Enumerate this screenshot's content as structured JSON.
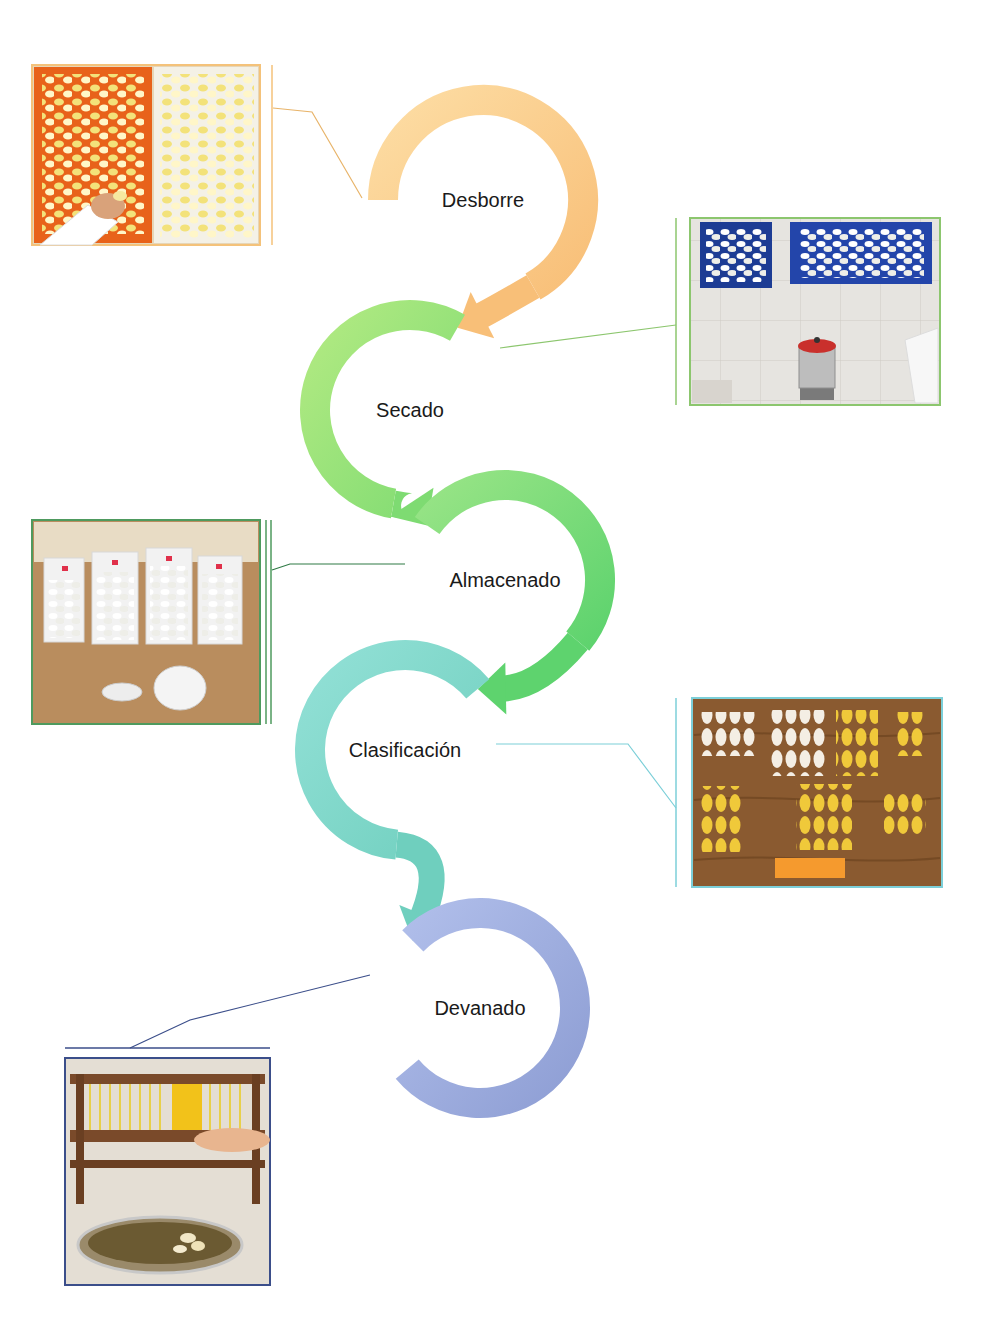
{
  "diagram": {
    "nodes": [
      {
        "text": [
          "Desborre"
        ]
      },
      {
        "text": [
          "Secado"
        ]
      },
      {
        "text": [
          "Almacenado"
        ]
      },
      {
        "text": [
          "Clasificación"
        ]
      },
      {
        "text": [
          "Devanado"
        ]
      }
    ],
    "edges": [
      {
        "from": 0,
        "to": 1,
        "arrow": "to"
      },
      {
        "from": 1,
        "to": 2,
        "arrow": "to"
      },
      {
        "from": 2,
        "to": 3,
        "arrow": "to"
      },
      {
        "from": 3,
        "to": 4,
        "arrow": "to"
      }
    ]
  }
}
